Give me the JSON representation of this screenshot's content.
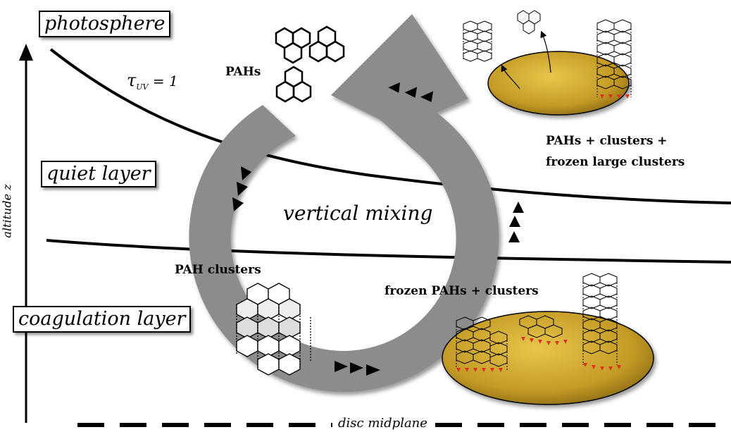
{
  "labels": {
    "photosphere": "photosphere",
    "quiet_layer": "quiet layer",
    "coagulation_layer": "coagulation layer",
    "tau_symbol": "τ",
    "tau_subscript": "UV",
    "tau_eq": " = 1",
    "pahs": "PAHs",
    "pahs_clusters_frozen_line1": "PAHs + clusters +",
    "pahs_clusters_frozen_line2": "frozen large clusters",
    "vertical_mixing": "vertical mixing",
    "pah_clusters": "PAH clusters",
    "frozen_pahs_clusters": "frozen PAHs + clusters",
    "altitude_z": "altitude z",
    "disc_midplane": "disc midplane"
  },
  "colors": {
    "cycle_arrow": "#8c8c8c",
    "grain_fill": "#c9a62a",
    "freeze_arrows": "#e0301e"
  }
}
